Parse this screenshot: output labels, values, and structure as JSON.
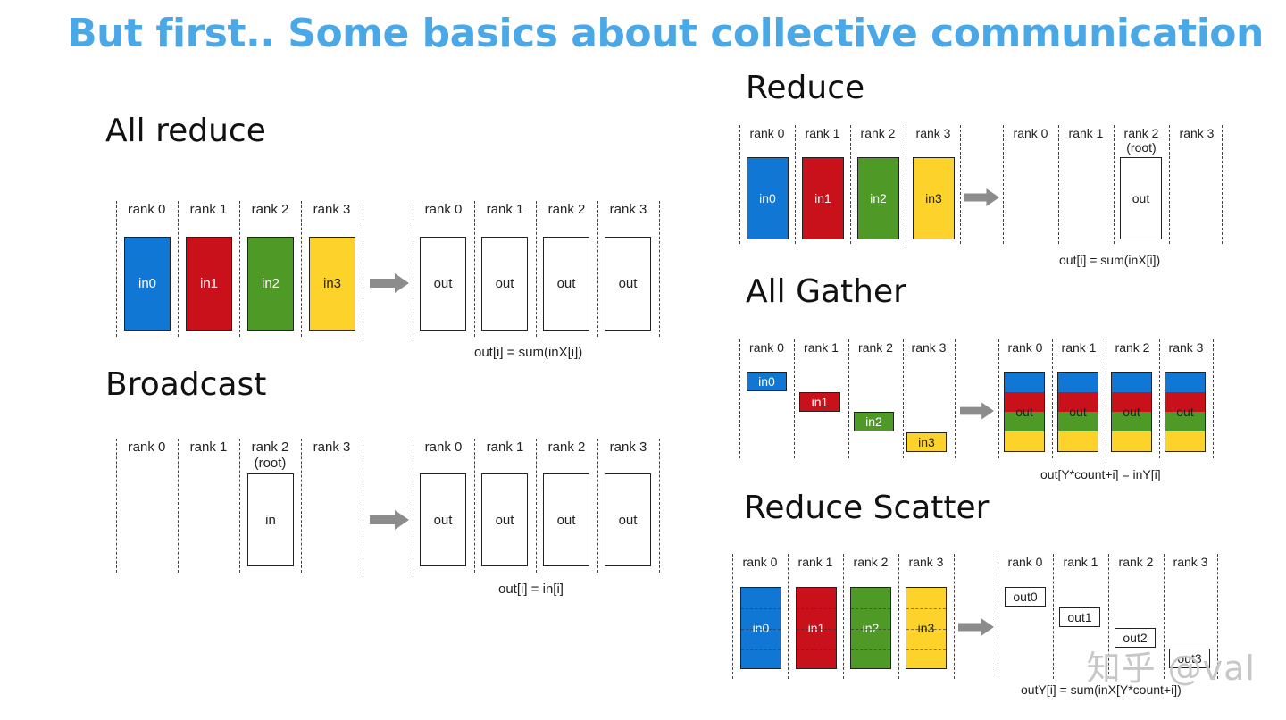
{
  "title": "But first.. Some basics about collective communication",
  "colors": {
    "title": "#4aa8e6",
    "blue": "#1177d4",
    "red": "#c9111b",
    "green": "#4f9a27",
    "yellow": "#fdd22a",
    "arrow": "#8c8c8c"
  },
  "ranks": [
    "rank 0",
    "rank 1",
    "rank 2",
    "rank 3"
  ],
  "root_label": "(root)",
  "sections": {
    "all_reduce": {
      "title": "All reduce",
      "inputs": [
        "in0",
        "in1",
        "in2",
        "in3"
      ],
      "outputs": [
        "out",
        "out",
        "out",
        "out"
      ],
      "formula": "out[i] = sum(inX[i])"
    },
    "broadcast": {
      "title": "Broadcast",
      "input": "in",
      "outputs": [
        "out",
        "out",
        "out",
        "out"
      ],
      "formula": "out[i] = in[i]"
    },
    "reduce": {
      "title": "Reduce",
      "inputs": [
        "in0",
        "in1",
        "in2",
        "in3"
      ],
      "output": "out",
      "formula": "out[i] = sum(inX[i])"
    },
    "all_gather": {
      "title": "All Gather",
      "inputs": [
        "in0",
        "in1",
        "in2",
        "in3"
      ],
      "outputs": [
        "out",
        "out",
        "out",
        "out"
      ],
      "formula": "out[Y*count+i] = inY[i]"
    },
    "reduce_scatter": {
      "title": "Reduce Scatter",
      "inputs": [
        "in0",
        "in1",
        "in2",
        "in3"
      ],
      "outputs": [
        "out0",
        "out1",
        "out2",
        "out3"
      ],
      "formula": "outY[i] = sum(inX[Y*count+i])"
    }
  },
  "watermark": "知乎 @val"
}
